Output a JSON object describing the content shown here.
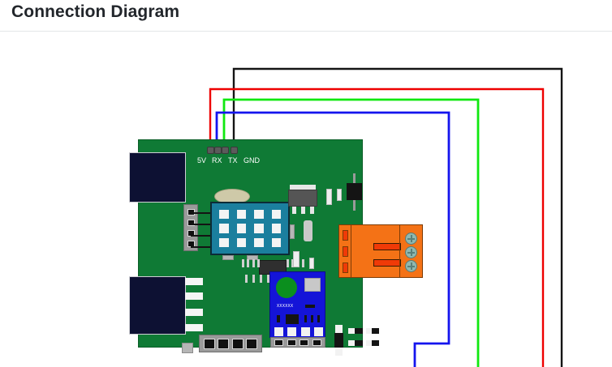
{
  "header": {
    "title": "Connection Diagram"
  },
  "diagram": {
    "board": {
      "name": "sensor-pcb",
      "color": "#0f7a35",
      "pin_header": {
        "labels": [
          "5V",
          "RX",
          "TX",
          "GND"
        ]
      },
      "modules": [
        {
          "name": "led-matrix-module",
          "color": "#1b7f9e",
          "cells": 12
        },
        {
          "name": "sensor-module",
          "color": "#1414d8",
          "silkscreen": "XXXXXX"
        },
        {
          "name": "screw-terminal-block",
          "color": "#f47216",
          "terminals": 3
        }
      ]
    },
    "wires": [
      {
        "name": "wire-5v",
        "pin": "5V",
        "color": "#ee0000",
        "label": "5V"
      },
      {
        "name": "wire-rx",
        "pin": "RX",
        "color": "#1414ee",
        "label": "RX"
      },
      {
        "name": "wire-tx",
        "pin": "TX",
        "color": "#10e810",
        "label": "TX"
      },
      {
        "name": "wire-gnd",
        "pin": "GND",
        "color": "#141414",
        "label": "GND"
      }
    ]
  }
}
